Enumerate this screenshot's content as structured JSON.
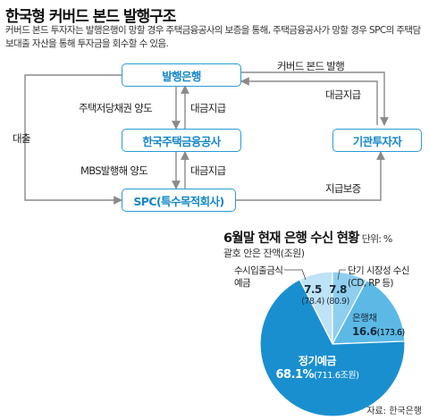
{
  "title": "한국형 커버드 본드 발행구조",
  "description": "커버드 본드 투자자는 발행은행이 망할 경우 주택금융공사의 보증을 통해, 주택금융공사가 망할 경우 SPC의 주택담보대출 자산을 통해 투자금을 회수할 수 있음.",
  "diagram": {
    "nodes": {
      "bank": "발행은행",
      "khfc": "한국주택금융공사",
      "spc": "SPC(특수목적회사)",
      "investor": "기관투자자"
    },
    "edges": {
      "bank_to_khfc": "주택저당채권 양도",
      "khfc_to_bank": "대금지급",
      "khfc_to_spc": "MBS발행해 양도",
      "spc_to_khfc": "대금지급",
      "bank_to_investor": "커버드 본드 발행",
      "investor_to_bank": "대금지급",
      "spc_to_investor": "지급보증",
      "loan": "대출"
    }
  },
  "pie": {
    "title": "6월말 현재 은행 수신 현황",
    "unit": "단위: %",
    "subtitle": "괄호 안은 잔액(조원)",
    "source": "자료: 한국은행"
  },
  "chart_data": {
    "type": "pie",
    "title": "6월말 현재 은행 수신 현황",
    "unit": "%",
    "slices": [
      {
        "name": "정기예금",
        "value": 68.1,
        "amount": "711.6조원"
      },
      {
        "name": "은행채",
        "value": 16.6,
        "amount": "173.6"
      },
      {
        "name": "단기 시장성 수신 (CD, RP 등)",
        "value": 7.8,
        "amount": "80.9"
      },
      {
        "name": "수시입출금식 예금",
        "value": 7.5,
        "amount": "78.4"
      }
    ],
    "colors": [
      "#1a8fd0",
      "#5cb9e6",
      "#8ecfef",
      "#bfe3f6"
    ]
  }
}
